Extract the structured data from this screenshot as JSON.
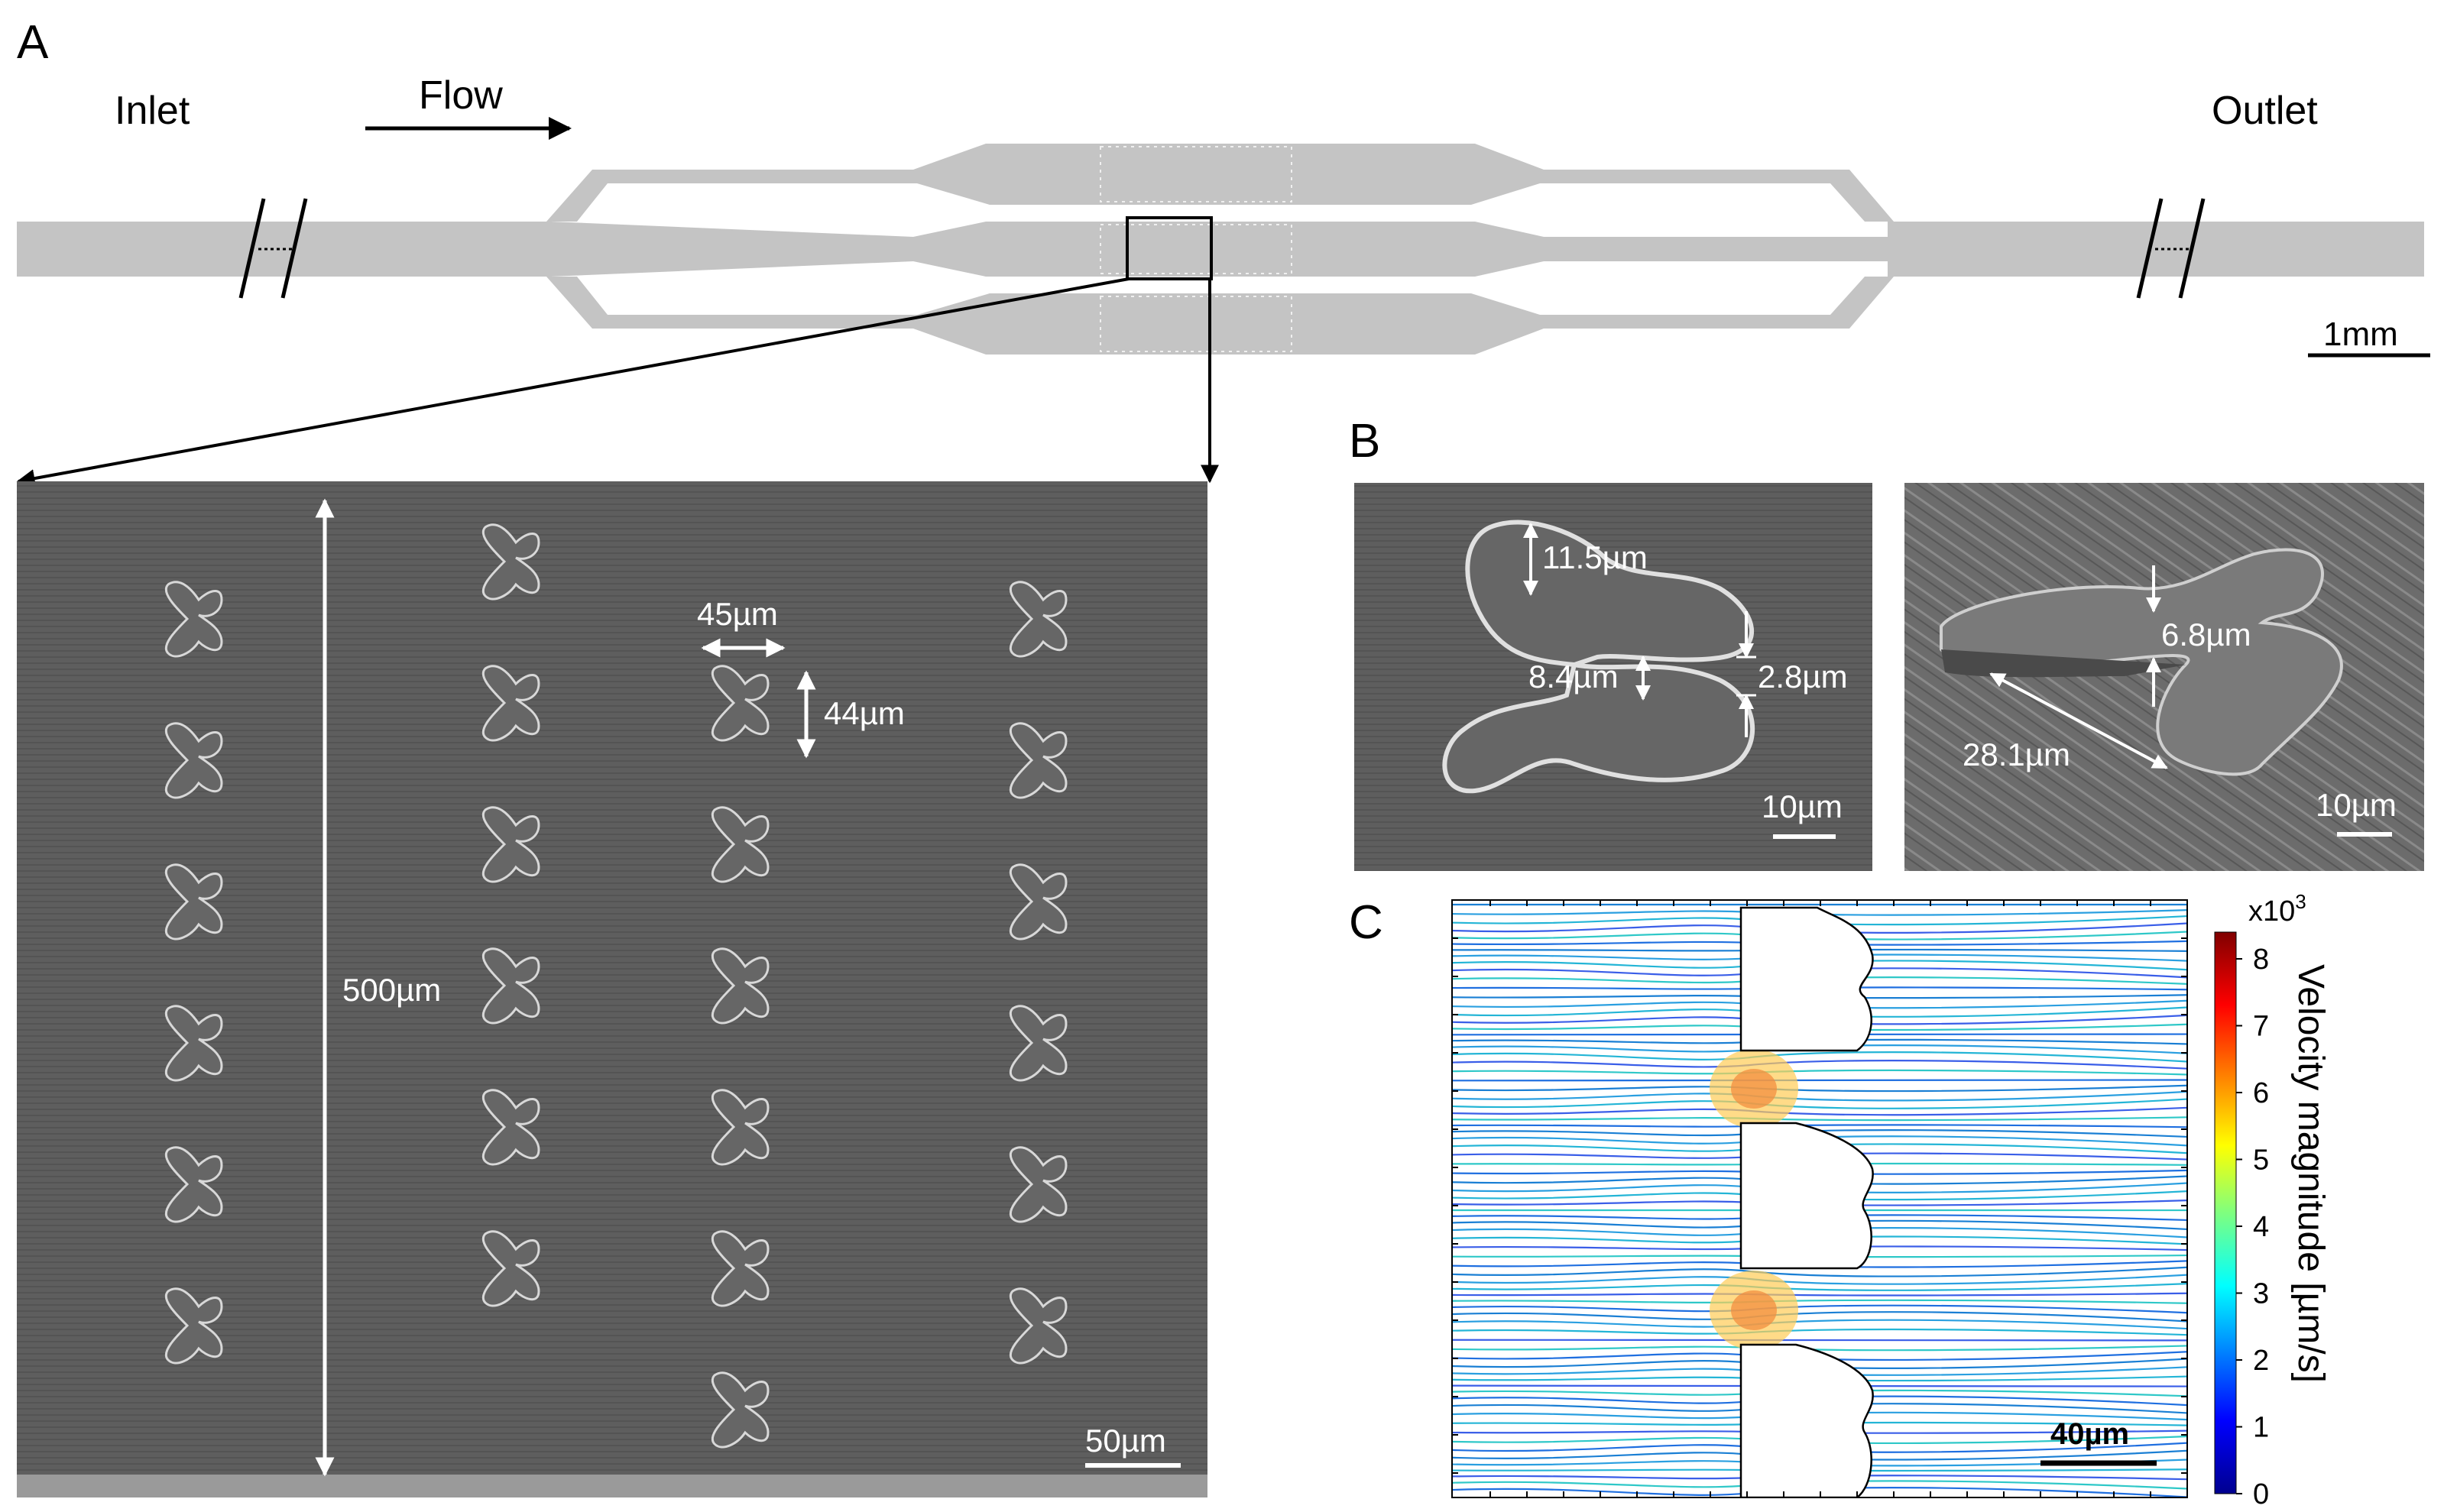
{
  "panels": {
    "a": "A",
    "b": "B",
    "c": "C"
  },
  "schematic": {
    "inlet": "Inlet",
    "outlet": "Outlet",
    "flow": "Flow",
    "scale_bar": "1mm"
  },
  "sem_overview": {
    "height_label": "500µm",
    "width_label": "45µm",
    "pitch_label": "44µm",
    "scale_bar": "50µm"
  },
  "sem_top": {
    "dim_1": "11.5µm",
    "dim_2": "8.4µm",
    "dim_3": "2.8µm",
    "scale_bar": "10µm"
  },
  "sem_tilted": {
    "dim_1": "6.8µm",
    "dim_2": "28.1µm",
    "scale_bar": "10µm"
  },
  "simulation": {
    "scale_bar": "40µm",
    "colorbar_label": "Velocity magnitude [µm/s]",
    "colorbar_multiplier": "x10",
    "colorbar_exponent": "3",
    "colorbar_ticks": [
      "0",
      "1",
      "2",
      "3",
      "4",
      "5",
      "6",
      "7",
      "8"
    ]
  },
  "colors": {
    "channel": "#c4c4c4",
    "sem_background": "#5e5e5e",
    "structure_outline": "#d8d8d8"
  }
}
